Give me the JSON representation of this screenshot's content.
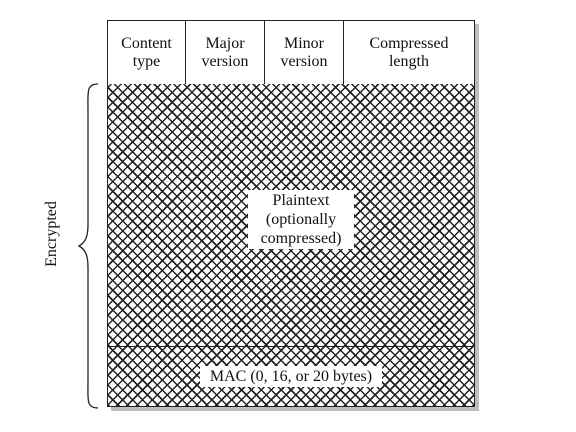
{
  "header_fields": [
    {
      "id": "content-type",
      "label": "Content\ntype"
    },
    {
      "id": "major-version",
      "label": "Major\nversion"
    },
    {
      "id": "minor-version",
      "label": "Minor\nversion"
    },
    {
      "id": "compressed-length",
      "label": "Compressed\nlength"
    }
  ],
  "body": {
    "plaintext_label": "Plaintext\n(optionally\ncompressed)",
    "mac_label": "MAC (0, 16, or 20 bytes)"
  },
  "side_label": "Encrypted"
}
